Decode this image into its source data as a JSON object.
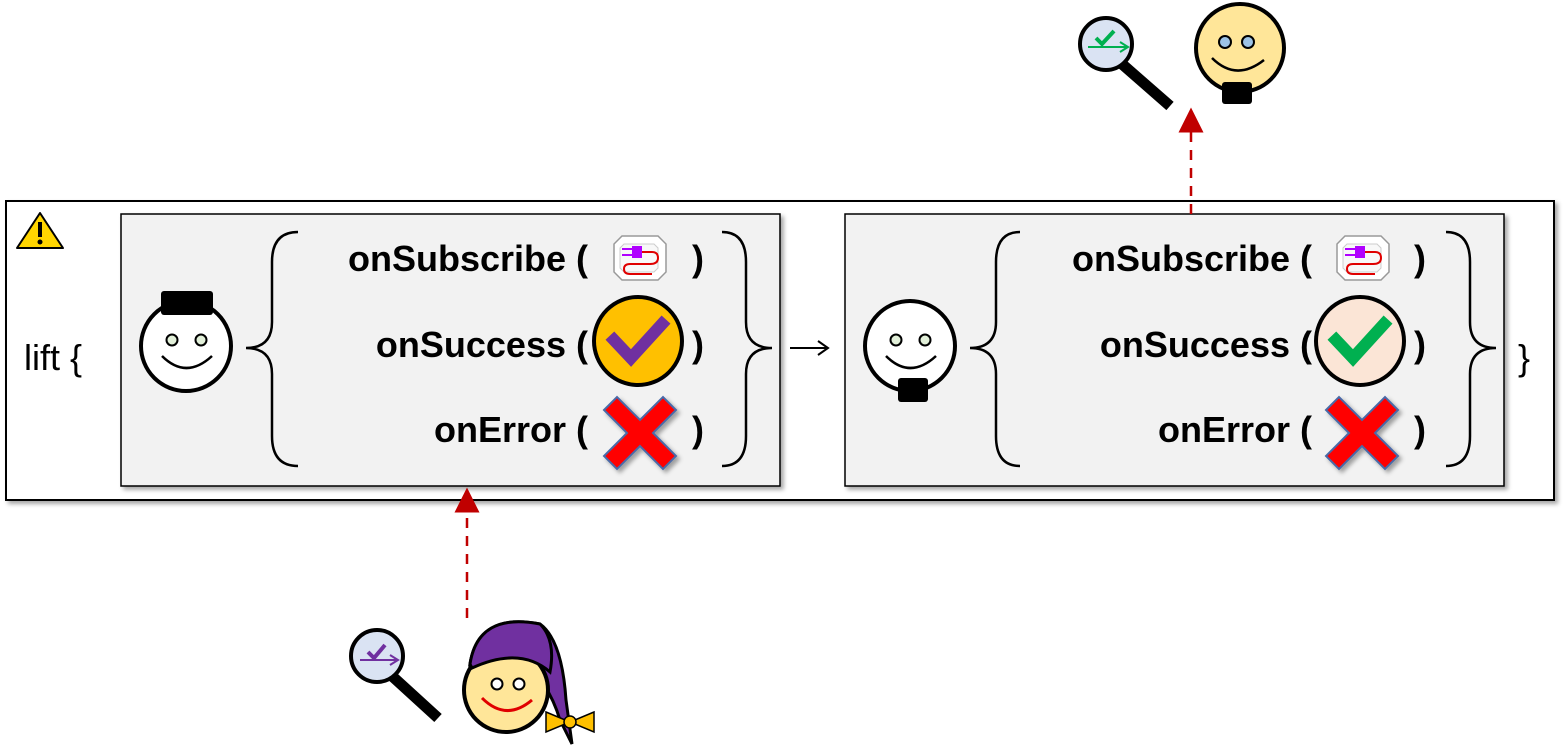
{
  "outer": {
    "keyword": "lift {",
    "closing": "}",
    "warning_icon": "warning-icon",
    "arrow_glyph": "→"
  },
  "left_observer": {
    "face_icon": "smiley-top-hat-icon",
    "methods": [
      {
        "label": "onSubscribe (",
        "close": ")",
        "icon": "plug-icon"
      },
      {
        "label": "onSuccess (",
        "close": ")",
        "icon": "purple-check-circle-icon"
      },
      {
        "label": "onError (",
        "close": ")",
        "icon": "red-x-icon"
      }
    ]
  },
  "right_observer": {
    "face_icon": "smiley-bowtie-icon",
    "methods": [
      {
        "label": "onSubscribe (",
        "close": ")",
        "icon": "plug-icon"
      },
      {
        "label": "onSuccess (",
        "close": ")",
        "icon": "green-check-circle-icon"
      },
      {
        "label": "onError (",
        "close": ")",
        "icon": "red-x-icon"
      }
    ]
  },
  "upstream": {
    "magnifier_icon": "magnifier-purple-check-icon",
    "character_icon": "wizard-smiley-icon"
  },
  "downstream": {
    "magnifier_icon": "magnifier-green-check-icon",
    "character_icon": "yellow-smiley-icon"
  },
  "colors": {
    "panel_fill": "#f2f2f2",
    "arrow_red": "#c00000",
    "check_orange": "#ffc000",
    "check_purple": "#7030a0",
    "check_green": "#00b050",
    "x_red": "#ff0000",
    "face_yellow": "#ffe699",
    "hat_purple": "#7030a0"
  }
}
